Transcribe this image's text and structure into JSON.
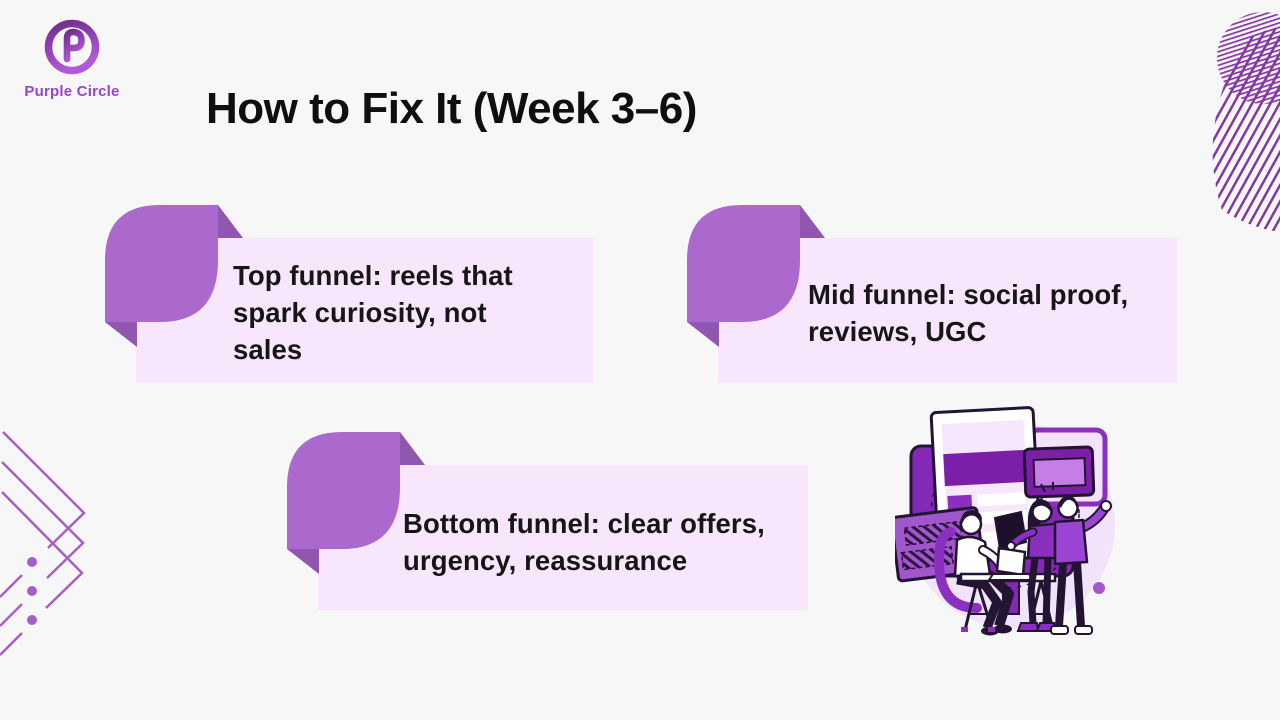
{
  "slide": {
    "background_color": "#f7f7f8",
    "logo": {
      "brand_name": "Purple Circle",
      "brand_color": "#9a43cd"
    },
    "title": "How to Fix It (Week 3–6)",
    "cards": [
      {
        "text": "Top funnel: reels that\nspark curiosity, not\nsales"
      },
      {
        "text": "Mid funnel: social proof,\nreviews, UGC"
      },
      {
        "text": "Bottom funnel: clear offers,\nurgency, reassurance"
      }
    ],
    "colors": {
      "card_background": "#f8e6fd",
      "leaf_accent": "#ab68cd",
      "leaf_fold": "#9156af",
      "stripe_decoration": "#8636a3",
      "chevron_decoration": "#a55fc9",
      "text": "#161616",
      "illustration_purple": "#8a2fc0"
    }
  }
}
